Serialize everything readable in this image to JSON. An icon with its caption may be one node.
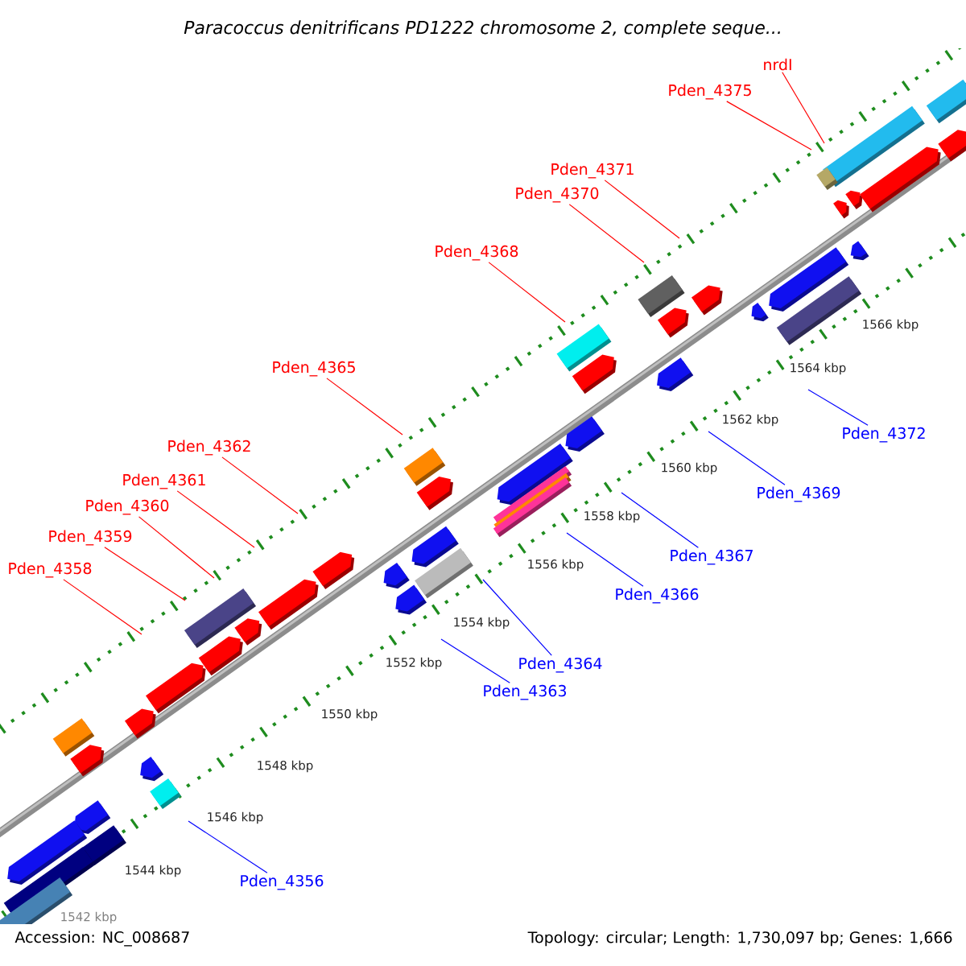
{
  "diagram": {
    "title": "Paracoccus denitrificans PD1222 chromosome 2, complete seque...",
    "nodes": [
      {
        "text": [
          "nrdI"
        ]
      },
      {
        "text": [
          "Pden_4375"
        ]
      },
      {
        "text": [
          "Pden_4371"
        ]
      },
      {
        "text": [
          "Pden_4370"
        ]
      },
      {
        "text": [
          "Pden_4368"
        ]
      },
      {
        "text": [
          "Pden_4365"
        ]
      },
      {
        "text": [
          "Pden_4372"
        ]
      },
      {
        "text": [
          "Pden_4362"
        ]
      },
      {
        "text": [
          "Pden_4361"
        ]
      },
      {
        "text": [
          "Pden_4369"
        ]
      },
      {
        "text": [
          "Pden_4360"
        ]
      },
      {
        "text": [
          "Pden_4359"
        ]
      },
      {
        "text": [
          "Pden_4367"
        ]
      },
      {
        "text": [
          "Pden_4358"
        ]
      },
      {
        "text": [
          "Pden_4366"
        ]
      },
      {
        "text": [
          "Pden_4364"
        ]
      },
      {
        "text": [
          "Pden_4363"
        ]
      },
      {
        "text": [
          "Pden_4356"
        ]
      }
    ],
    "edges": [
      {
        "from": 0,
        "to": null,
        "arrow": "none"
      },
      {
        "from": 1,
        "to": null,
        "arrow": "none"
      },
      {
        "from": 2,
        "to": null,
        "arrow": "none"
      },
      {
        "from": 3,
        "to": null,
        "arrow": "none"
      },
      {
        "from": 4,
        "to": null,
        "arrow": "none"
      },
      {
        "from": 5,
        "to": null,
        "arrow": "none"
      },
      {
        "from": 6,
        "to": null,
        "arrow": "none",
        "color": "#0000ff"
      },
      {
        "from": 7,
        "to": null,
        "arrow": "none"
      },
      {
        "from": 8,
        "to": null,
        "arrow": "none"
      },
      {
        "from": 9,
        "to": null,
        "arrow": "none",
        "color": "#0000ff"
      },
      {
        "from": 10,
        "to": null,
        "arrow": "none"
      },
      {
        "from": 11,
        "to": null,
        "arrow": "none"
      },
      {
        "from": 12,
        "to": null,
        "arrow": "none",
        "color": "#0000ff"
      },
      {
        "from": 13,
        "to": null,
        "arrow": "none"
      },
      {
        "from": 14,
        "to": null,
        "arrow": "none",
        "color": "#0000ff"
      },
      {
        "from": 15,
        "to": null,
        "arrow": "none",
        "color": "#0000ff"
      },
      {
        "from": 16,
        "to": null,
        "arrow": "none",
        "color": "#0000ff"
      },
      {
        "from": 17,
        "to": null,
        "arrow": "none",
        "color": "#0000ff"
      }
    ],
    "labels": [
      "1566 kbp",
      "1564 kbp",
      "1562 kbp",
      "1560 kbp",
      "1558 kbp",
      "1556 kbp",
      "1554 kbp",
      "1552 kbp",
      "1550 kbp",
      "1548 kbp",
      "1546 kbp",
      "1544 kbp",
      "1542 kbp",
      "Accession: NC_008687",
      "Topology: circular; Length: 1,730,097 bp; Genes: 1,666"
    ]
  }
}
